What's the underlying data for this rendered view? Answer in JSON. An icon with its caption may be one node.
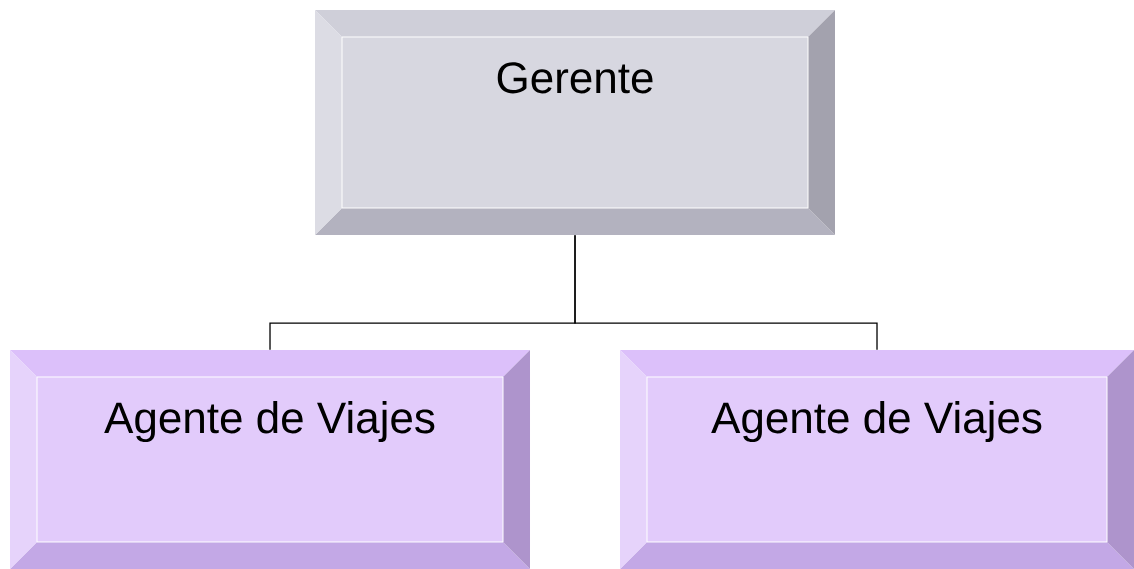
{
  "diagram": {
    "nodes": [
      {
        "text": [
          "Gerente"
        ]
      },
      {
        "text": [
          "Agente de Viajes"
        ]
      },
      {
        "text": [
          "Agente de Viajes"
        ]
      }
    ],
    "edges": [
      {
        "from": 0,
        "to": 1,
        "arrow": "none"
      },
      {
        "from": 0,
        "to": 2,
        "arrow": "none"
      }
    ]
  }
}
